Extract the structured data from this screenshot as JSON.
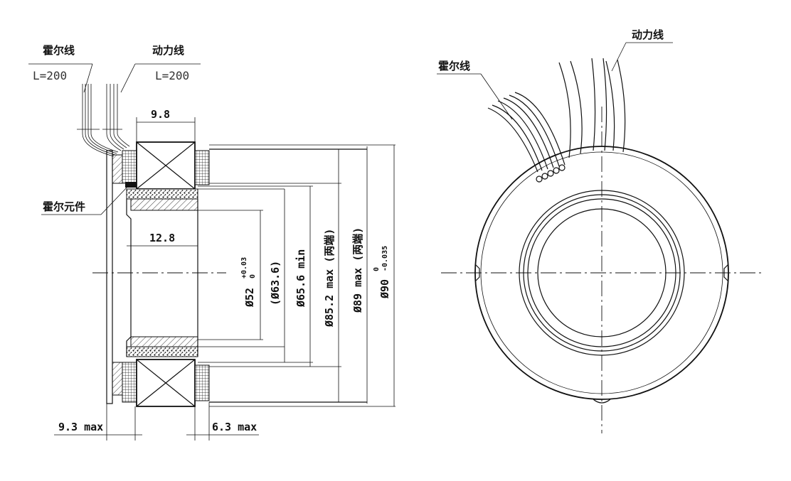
{
  "labels": {
    "hall_wire": "霍尔线",
    "power_wire": "动力线",
    "hall_length": "L=200",
    "power_length": "L=200",
    "hall_element": "霍尔元件",
    "hall_wire_right": "霍尔线",
    "power_wire_right": "动力线"
  },
  "dimensions": {
    "width_top": "9.8",
    "inner_width": "12.8",
    "left_max": "9.3 max",
    "right_max": "6.3 max",
    "bore_main": "Ø52",
    "bore_tol_upper": "+0.03",
    "bore_tol_lower": "0",
    "ref_dia": "(Ø63.6)",
    "dia_min": "Ø65.6 min",
    "dia_85": "Ø85.2 max (两端)",
    "dia_89": "Ø89 max (两端)",
    "outer_main": "Ø90",
    "outer_tol_upper": "0",
    "outer_tol_lower": "-0.035"
  }
}
